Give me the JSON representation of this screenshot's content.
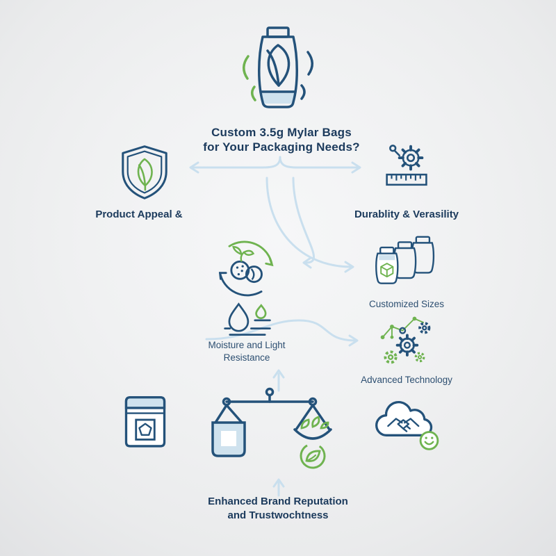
{
  "title": {
    "line1": "Custom 3.5g Mylar Bags",
    "line2": "for Your Packaging Needs?"
  },
  "nodes": {
    "product_appeal": {
      "label": "Product Appeal &",
      "icon": "shield-leaf-icon"
    },
    "durability": {
      "label": "Durablity & Verasility",
      "icon": "gear-ruler-icon"
    },
    "moisture": {
      "line1": "Moisture and Light",
      "line2": "Resistance",
      "icons": [
        "recycle-berries-icon",
        "water-drop-icon"
      ]
    },
    "customized_sizes": {
      "label": "Customized Sizes",
      "icon": "stacked-mylar-bags-icon"
    },
    "advanced_technology": {
      "label": "Advanced Technology",
      "icon": "technology-gears-icon"
    },
    "brand_reputation": {
      "line1": "Enhanced Brand Reputation",
      "line2": "and Trustwochtness",
      "icons": [
        "labeled-bag-icon",
        "balance-scale-icon",
        "cloud-handshake-icon"
      ]
    }
  },
  "header_icon": "mylar-bag-leaf-icon",
  "colors": {
    "navy": "#24527a",
    "green": "#6fb350",
    "light_blue_fill": "#cfe2ee",
    "arrow_blue": "#c9dfee",
    "text": "#1b3a5c",
    "background": "#efeff0"
  }
}
